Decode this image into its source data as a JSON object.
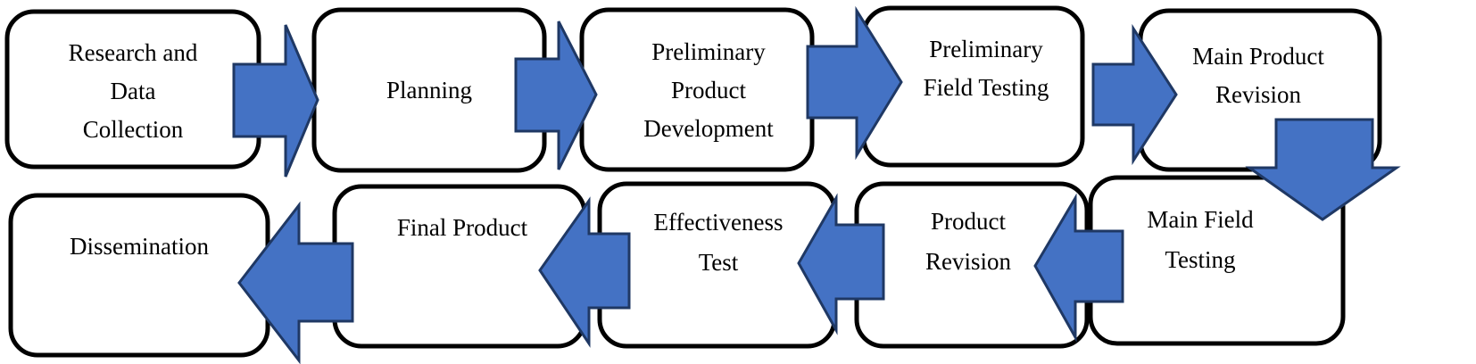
{
  "colors": {
    "arrow_fill": "#4472C4",
    "arrow_stroke": "#1F3864",
    "box_stroke": "#000000"
  },
  "steps": [
    {
      "lines": [
        "Research  and",
        "Data",
        "Collection"
      ]
    },
    {
      "lines": [
        "Planning"
      ]
    },
    {
      "lines": [
        "Preliminary",
        "Product",
        "Development"
      ]
    },
    {
      "lines": [
        "Preliminary",
        "Field Testing"
      ]
    },
    {
      "lines": [
        "Main Product",
        "Revision"
      ]
    },
    {
      "lines": [
        "Main Field",
        "Testing"
      ]
    },
    {
      "lines": [
        "Product",
        "Revision"
      ]
    },
    {
      "lines": [
        "Effectiveness",
        "Test"
      ]
    },
    {
      "lines": [
        "Final Product"
      ]
    },
    {
      "lines": [
        "Dissemination"
      ]
    }
  ]
}
